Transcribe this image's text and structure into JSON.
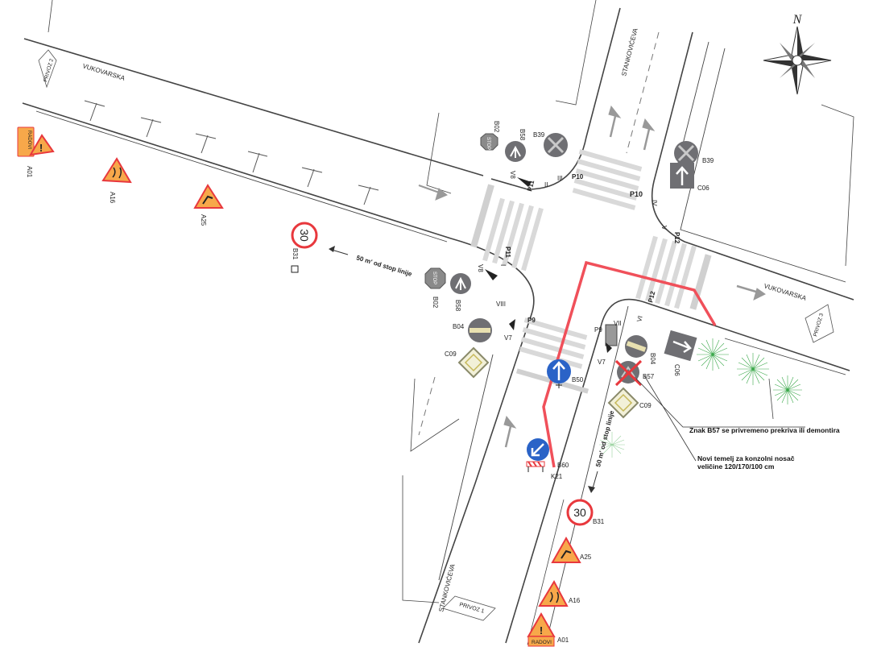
{
  "streets": {
    "vukovarska_west": "VUKOVARSKA",
    "vukovarska_east": "VUKOVARSKA",
    "stankoviceva_north": "STANKOVIĆEVA",
    "stankoviceva_south": "STANKOVIĆEVA"
  },
  "approaches": {
    "p1": "PRIVOZ 1",
    "p2": "PRIVOZ 2",
    "p3": "PRIVOZ 3"
  },
  "compass_label": "N",
  "distance_west": "50 m' od stop linije",
  "distance_south": "50 m' od stop linije",
  "notes": {
    "b57": "Znak B57 se privremeno prekriva ili demontira",
    "foundation_line1": "Novi temelj za konzolni nosač",
    "foundation_line2": "veličine 120/170/100 cm"
  },
  "signs": {
    "a01_west": "A01",
    "a16_west": "A16",
    "a25_west": "A25",
    "b31_west": "B31",
    "b31_west_value": "30",
    "radovi_west": "RADOVI",
    "b02_nw": "B02",
    "b58_nw": "B58",
    "b39_nw": "B39",
    "b02_w": "B02",
    "b58_w": "B58",
    "b04_w": "B04",
    "c09_w": "C09",
    "b39_ne": "B39",
    "c06_ne": "C06",
    "b50": "B50",
    "b60": "B60",
    "k21": "K21",
    "b04_se": "B04",
    "c06_se": "C06",
    "b57": "B57",
    "c09_se": "C09",
    "b31_s": "B31",
    "b31_s_value": "30",
    "a25_s": "A25",
    "a16_s": "A16",
    "a01_s": "A01",
    "radovi_s": "RADOVI",
    "stop": "STOP"
  },
  "signals": {
    "p9_w": "P9",
    "p9_e": "P9",
    "p10": "P10",
    "p11_nw": "P11",
    "p11_w": "P11",
    "p12_ne": "P12",
    "p12_se": "P12",
    "v7_w": "V7",
    "v7_e": "V7",
    "v8_nw": "V8",
    "v8_w": "V8",
    "r1": "I",
    "r2": "II",
    "r3": "III",
    "r4": "IV",
    "r5": "V",
    "r6": "VI",
    "r7": "VII",
    "r8": "VIII"
  },
  "colors": {
    "route": "#f0505a",
    "warning_fill": "#f7a84a",
    "warning_border": "#e8383d",
    "mandatory_blue": "#2a63c7",
    "sign_gray": "#6f6f73",
    "vegetation": "#3aa84a"
  }
}
